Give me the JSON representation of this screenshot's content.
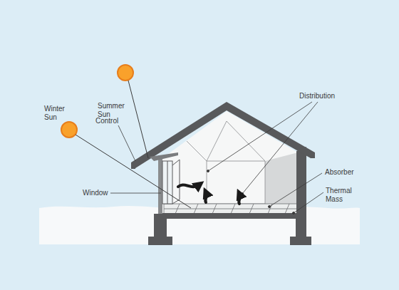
{
  "diagram": {
    "labels": [
      "Summer Sun",
      "Winter Sun",
      "Control",
      "Window",
      "Distribution",
      "Absorber",
      "Thermal Mass"
    ]
  }
}
